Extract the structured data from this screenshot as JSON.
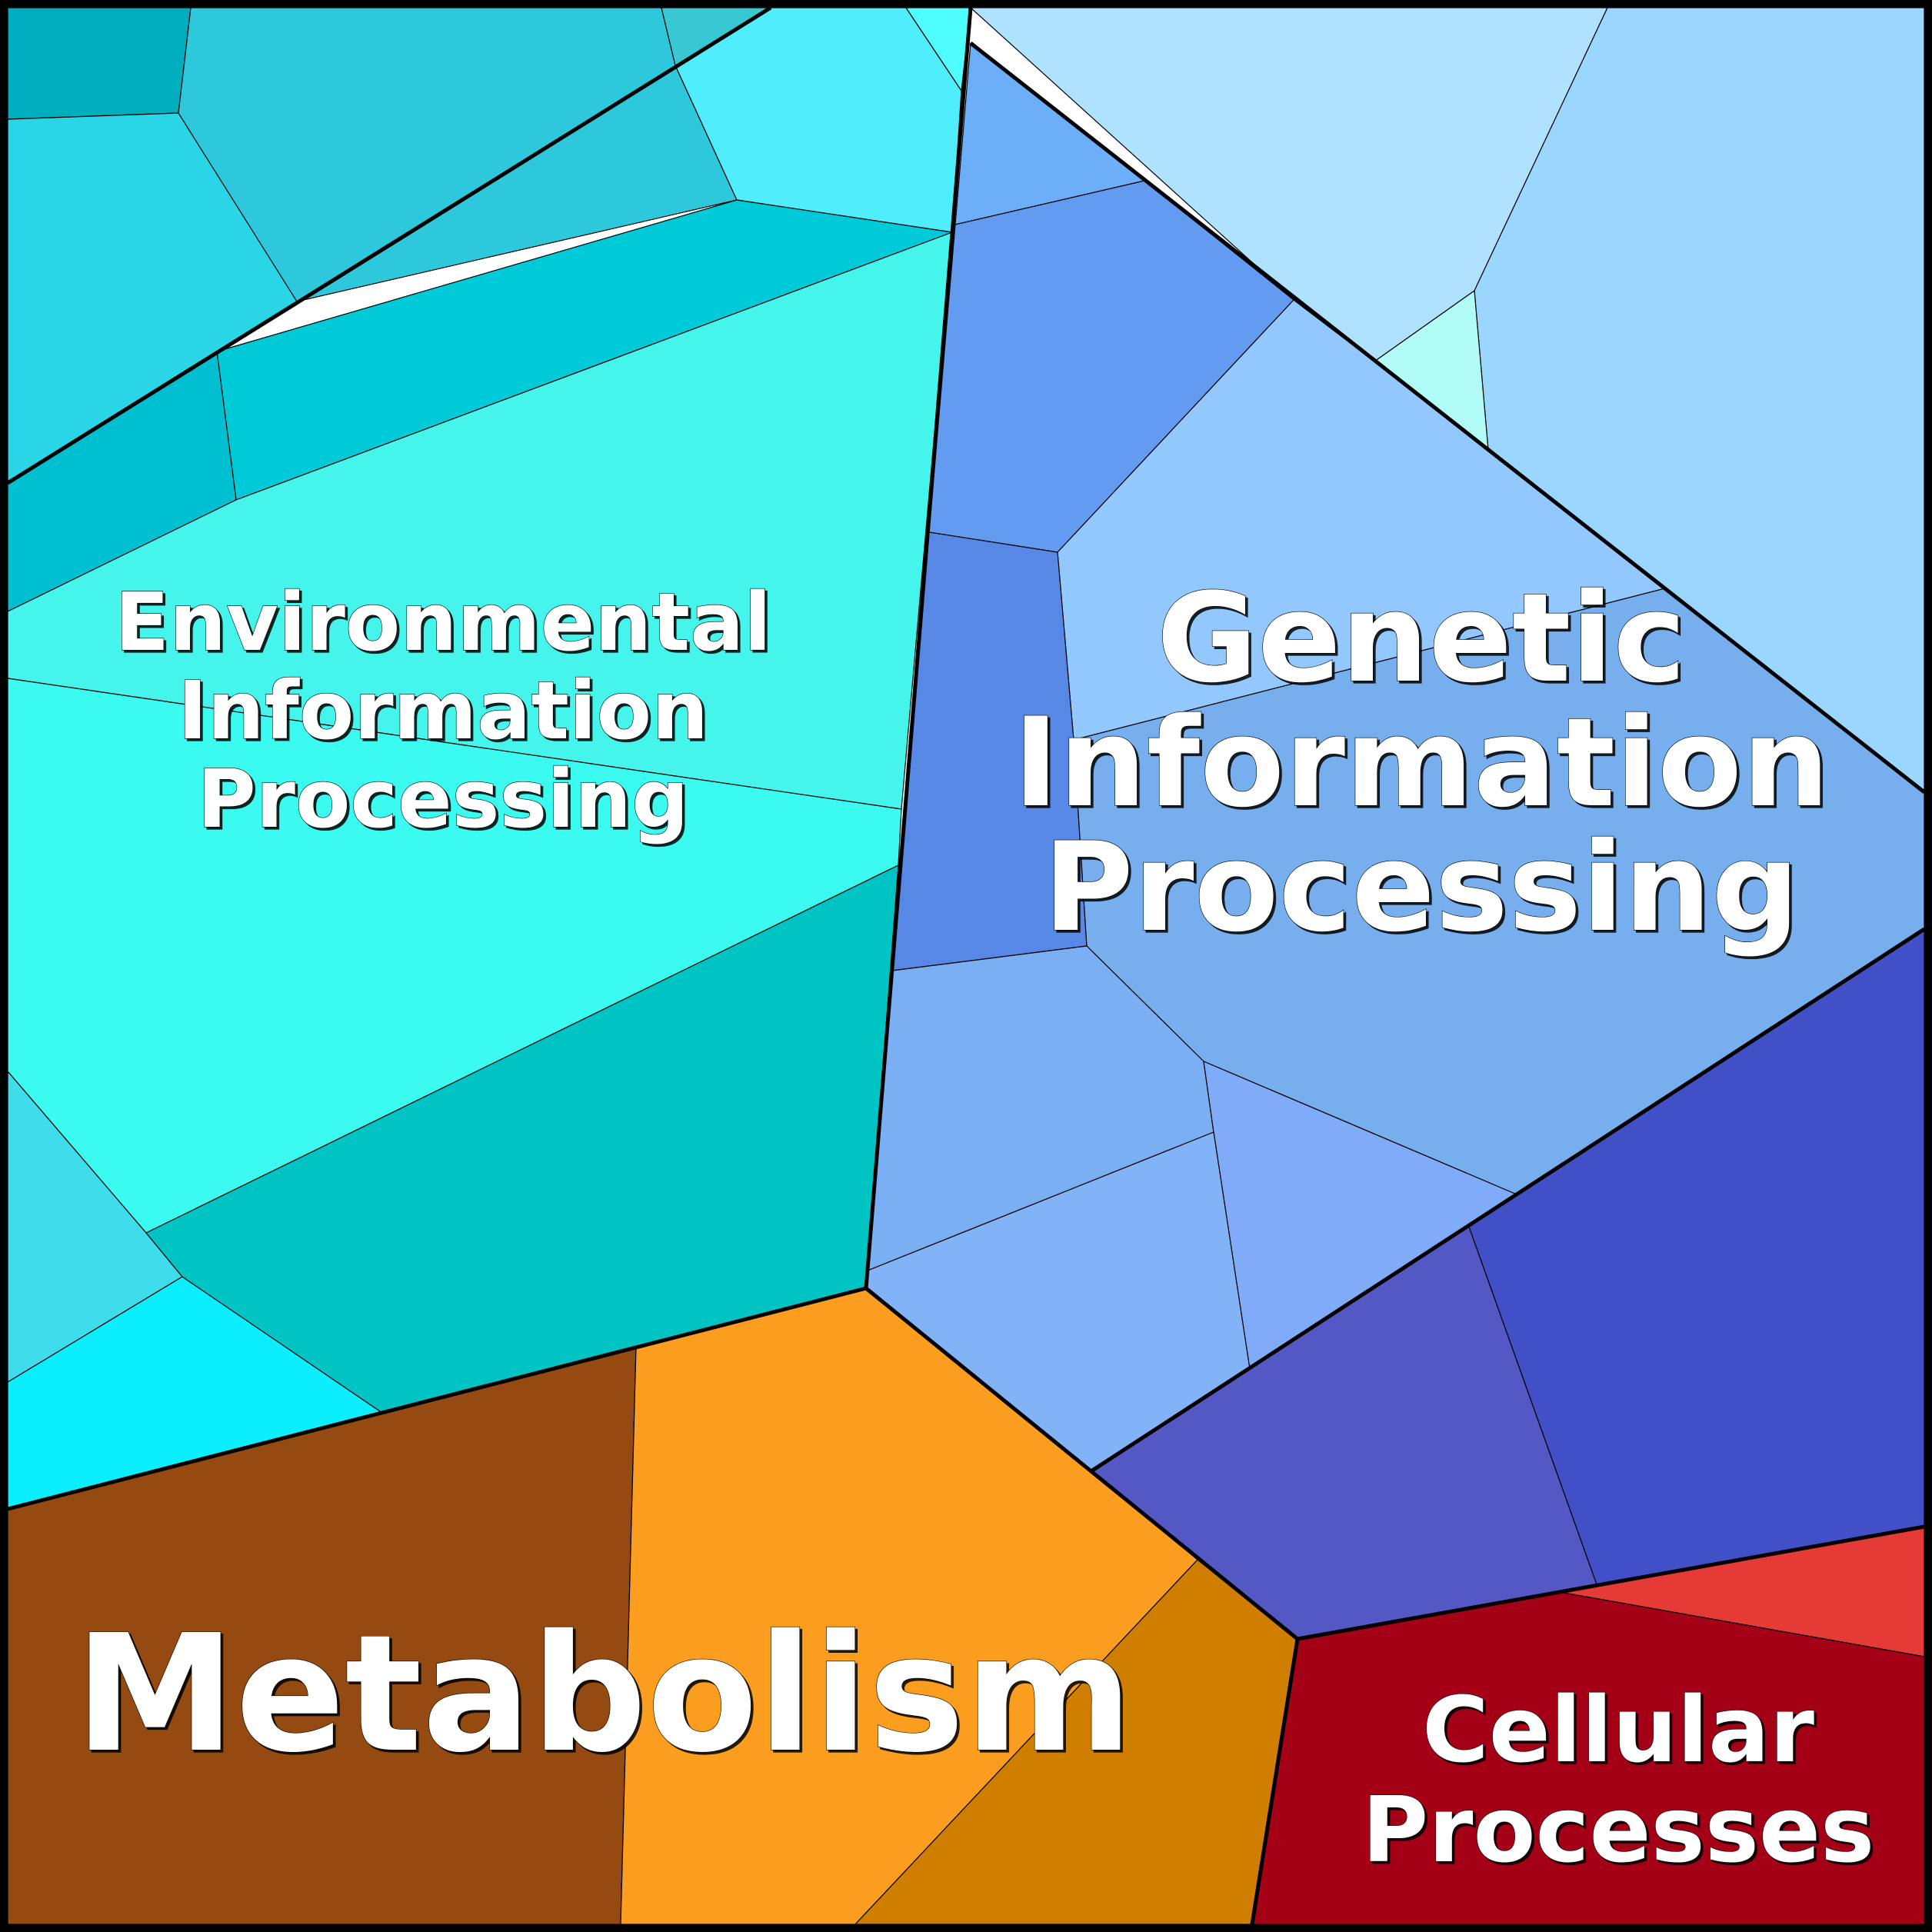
{
  "chart_data": {
    "type": "voronoi-treemap",
    "categories": [
      {
        "name": "Environmental Information Processing",
        "label_lines": [
          "Environmental",
          "Information",
          "Processing"
        ],
        "color": "#3fefeb",
        "subcategory_colors": [
          "#00afbd",
          "#2ec8dc",
          "#2ad6e6",
          "#37c8d4",
          "#50eefc",
          "#4fffff",
          "#00cad8",
          "#00bfd0",
          "#45f5ec",
          "#3bfaef",
          "#3fdcec",
          "#0aeefd",
          "#00c4c4"
        ]
      },
      {
        "name": "Genetic Information Processing",
        "label_lines": [
          "Genetic",
          "Information",
          "Processing"
        ],
        "color": "#77aeee",
        "subcategory_colors": [
          "#aee2ff",
          "#9ad6fe",
          "#6daef8",
          "#629bef",
          "#b2fcf8",
          "#92c8fd",
          "#5888e6",
          "#77aeee",
          "#7aaff4",
          "#80abf8",
          "#83b3f7",
          "#5358c4",
          "#4150c6"
        ]
      },
      {
        "name": "Metabolism",
        "label_lines": [
          "Metabolism"
        ],
        "color": "#fb9e20",
        "subcategory_colors": [
          "#944a10",
          "#fb9e20",
          "#d07e00"
        ]
      },
      {
        "name": "Cellular Processes",
        "label_lines": [
          "Cellular",
          "Processes"
        ],
        "color": "#a40016",
        "subcategory_colors": [
          "#e53a36",
          "#a40016"
        ]
      }
    ]
  }
}
